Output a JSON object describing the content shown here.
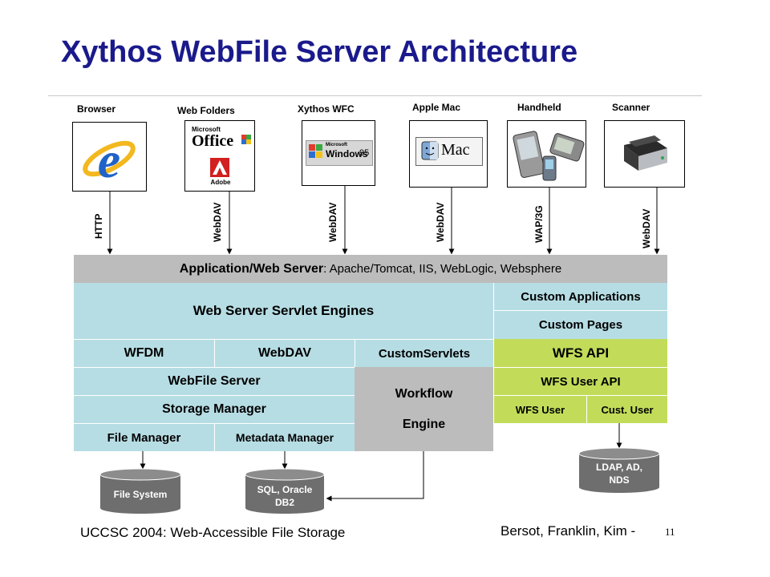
{
  "title": "Xythos WebFile Server Architecture",
  "clients": [
    {
      "label": "Browser",
      "protocol": "HTTP",
      "icon": "internet-explorer-icon"
    },
    {
      "label": "Web Folders",
      "protocol": "WebDAV",
      "icon": "office-adobe-icon"
    },
    {
      "label": "Xythos WFC",
      "protocol": "WebDAV",
      "icon": "windows95-icon"
    },
    {
      "label": "Apple Mac",
      "protocol": "WebDAV",
      "icon": "mac-os-icon"
    },
    {
      "label": "Handheld",
      "protocol": "WAP/3G",
      "icon": "handheld-devices-icon"
    },
    {
      "label": "Scanner",
      "protocol": "WebDAV",
      "icon": "scanner-icon"
    }
  ],
  "icon_text": {
    "office_brand": "Microsoft",
    "office_word": "Office",
    "adobe": "Adobe",
    "win_brand": "Microsoft",
    "win_word": "Windows",
    "win_ver": "95",
    "mac": "Mac"
  },
  "server": {
    "app_server_bold": "Application/Web Server",
    "app_server_rest": ": Apache/Tomcat, IIS, WebLogic, Websphere",
    "servlet_engines": "Web Server Servlet Engines",
    "custom_applications": "Custom Applications",
    "custom_pages": "Custom Pages",
    "wfdm": "WFDM",
    "webdav": "WebDAV",
    "custom_servlets": "CustomServlets",
    "wfs_api": "WFS API",
    "webfile_server": "WebFile Server",
    "workflow_line1": "Workflow",
    "workflow_line2": "Engine",
    "wfs_user_api": "WFS User API",
    "storage_manager": "Storage Manager",
    "wfs_user": "WFS User",
    "cust_user": "Cust. User",
    "file_manager": "File Manager",
    "metadata_manager": "Metadata Manager"
  },
  "stores": {
    "file_system": "File System",
    "sql_line1": "SQL, Oracle",
    "sql_line2": "DB2",
    "ldap_line1": "LDAP, AD,",
    "ldap_line2": "NDS"
  },
  "colors": {
    "title": "#1a1a8c",
    "gray_box": "#bcbcbc",
    "cyan_box": "#b7dde4",
    "green_box": "#c2dc5a",
    "cylinder": "#6e6e6e"
  },
  "footer": {
    "left": "UCCSC 2004: Web-Accessible File Storage",
    "right": "Bersot, Franklin, Kim -",
    "page": "11"
  }
}
